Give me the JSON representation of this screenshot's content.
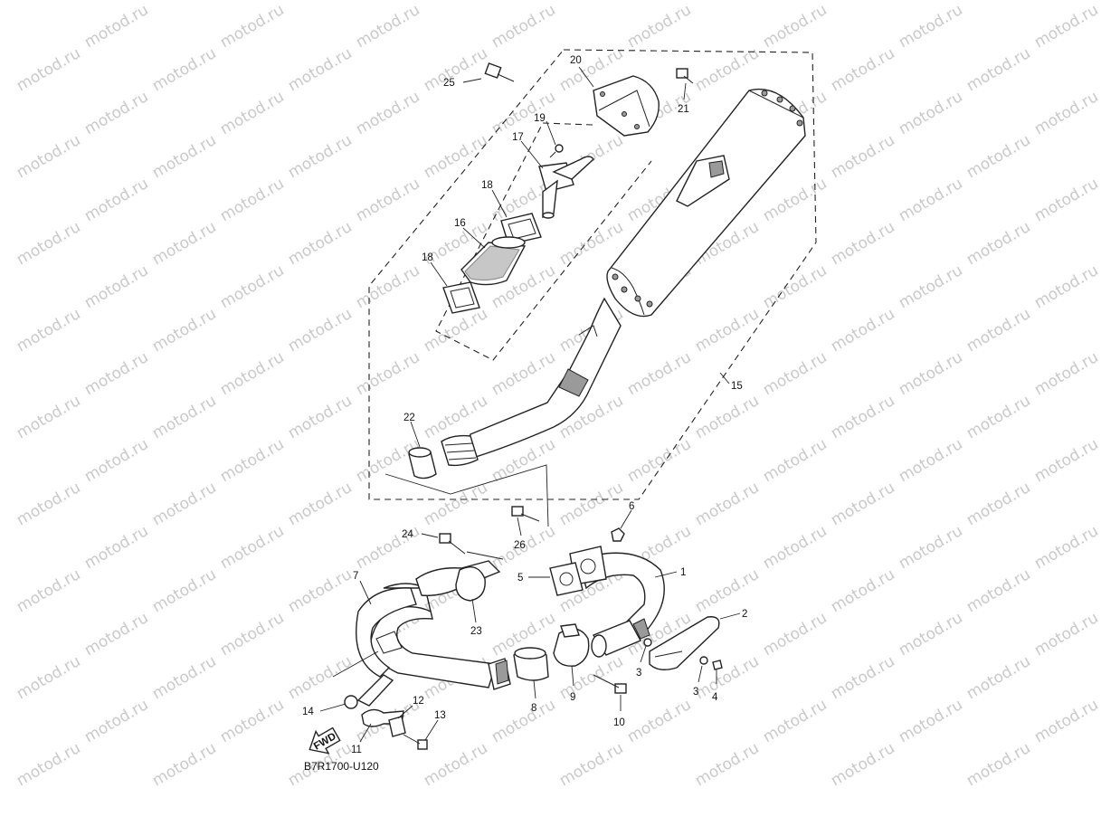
{
  "watermark": "motod.ru",
  "diagram": {
    "code": "B7R1700-U120",
    "fwd_label": "FWD",
    "callouts": [
      {
        "id": "c25",
        "text": "25"
      },
      {
        "id": "c20",
        "text": "20"
      },
      {
        "id": "c21",
        "text": "21"
      },
      {
        "id": "c19",
        "text": "19"
      },
      {
        "id": "c17",
        "text": "17"
      },
      {
        "id": "c18a",
        "text": "18"
      },
      {
        "id": "c16",
        "text": "16"
      },
      {
        "id": "c18b",
        "text": "18"
      },
      {
        "id": "c15",
        "text": "15"
      },
      {
        "id": "c22",
        "text": "22"
      },
      {
        "id": "c6",
        "text": "6"
      },
      {
        "id": "c26",
        "text": "26"
      },
      {
        "id": "c24",
        "text": "24"
      },
      {
        "id": "c1",
        "text": "1"
      },
      {
        "id": "c5",
        "text": "5"
      },
      {
        "id": "c7",
        "text": "7"
      },
      {
        "id": "c2",
        "text": "2"
      },
      {
        "id": "c23",
        "text": "23"
      },
      {
        "id": "c3a",
        "text": "3"
      },
      {
        "id": "c3b",
        "text": "3"
      },
      {
        "id": "c4",
        "text": "4"
      },
      {
        "id": "c8",
        "text": "8"
      },
      {
        "id": "c9",
        "text": "9"
      },
      {
        "id": "c10",
        "text": "10"
      },
      {
        "id": "c14",
        "text": "14"
      },
      {
        "id": "c12",
        "text": "12"
      },
      {
        "id": "c13",
        "text": "13"
      },
      {
        "id": "c11",
        "text": "11"
      }
    ]
  }
}
